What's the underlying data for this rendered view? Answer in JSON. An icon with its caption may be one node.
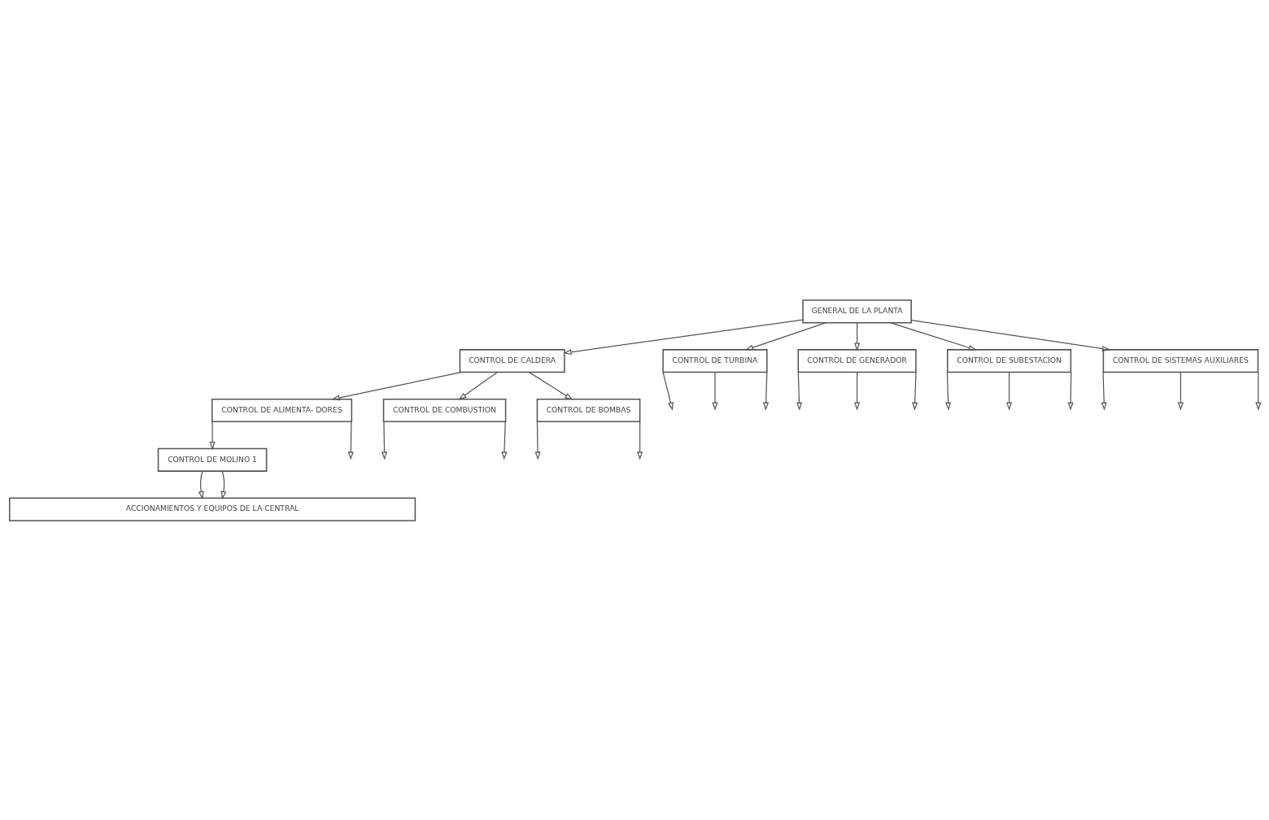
{
  "diagram": {
    "nodes": [
      {
        "text": [
          "GENERAL DE LA PLANTA"
        ]
      },
      {
        "text": [
          "CONTROL DE CALDERA"
        ]
      },
      {
        "text": [
          "CONTROL DE TURBINA"
        ]
      },
      {
        "text": [
          "CONTROL DE GENERADOR"
        ]
      },
      {
        "text": [
          "CONTROL DE SUBESTACION"
        ]
      },
      {
        "text": [
          "CONTROL DE SISTEMAS AUXILIARES"
        ]
      },
      {
        "text": [
          "CONTROL DE ALIMENTA- DORES"
        ]
      },
      {
        "text": [
          "CONTROL DE COMBUSTION"
        ]
      },
      {
        "text": [
          "CONTROL DE BOMBAS"
        ]
      },
      {
        "text": [
          "CONTROL DE MOLINO 1"
        ]
      },
      {
        "text": [
          "ACCIONAMIENTOS Y EQUIPOS DE LA CENTRAL"
        ]
      }
    ],
    "edges": [
      {
        "from": 0,
        "to": 1,
        "arrow": "to"
      },
      {
        "from": 0,
        "to": 2,
        "arrow": "to"
      },
      {
        "from": 0,
        "to": 3,
        "arrow": "to"
      },
      {
        "from": 0,
        "to": 4,
        "arrow": "to"
      },
      {
        "from": 0,
        "to": 5,
        "arrow": "to"
      },
      {
        "from": 1,
        "to": 6,
        "arrow": "to"
      },
      {
        "from": 1,
        "to": 7,
        "arrow": "to"
      },
      {
        "from": 1,
        "to": 8,
        "arrow": "to"
      },
      {
        "from": 2,
        "to": null,
        "arrow": "to"
      },
      {
        "from": 2,
        "to": null,
        "arrow": "to"
      },
      {
        "from": 2,
        "to": null,
        "arrow": "to"
      },
      {
        "from": 3,
        "to": null,
        "arrow": "to"
      },
      {
        "from": 3,
        "to": null,
        "arrow": "to"
      },
      {
        "from": 3,
        "to": null,
        "arrow": "to"
      },
      {
        "from": 4,
        "to": null,
        "arrow": "to"
      },
      {
        "from": 4,
        "to": null,
        "arrow": "to"
      },
      {
        "from": 4,
        "to": null,
        "arrow": "to"
      },
      {
        "from": 5,
        "to": null,
        "arrow": "to"
      },
      {
        "from": 5,
        "to": null,
        "arrow": "to"
      },
      {
        "from": 5,
        "to": null,
        "arrow": "to"
      },
      {
        "from": 6,
        "to": 9,
        "arrow": "to"
      },
      {
        "from": 6,
        "to": null,
        "arrow": "to"
      },
      {
        "from": 7,
        "to": null,
        "arrow": "to"
      },
      {
        "from": 7,
        "to": null,
        "arrow": "to"
      },
      {
        "from": 8,
        "to": null,
        "arrow": "to"
      },
      {
        "from": 8,
        "to": null,
        "arrow": "to"
      },
      {
        "from": 9,
        "to": 10,
        "arrow": "to"
      },
      {
        "from": 9,
        "to": 10,
        "arrow": "to"
      }
    ]
  }
}
